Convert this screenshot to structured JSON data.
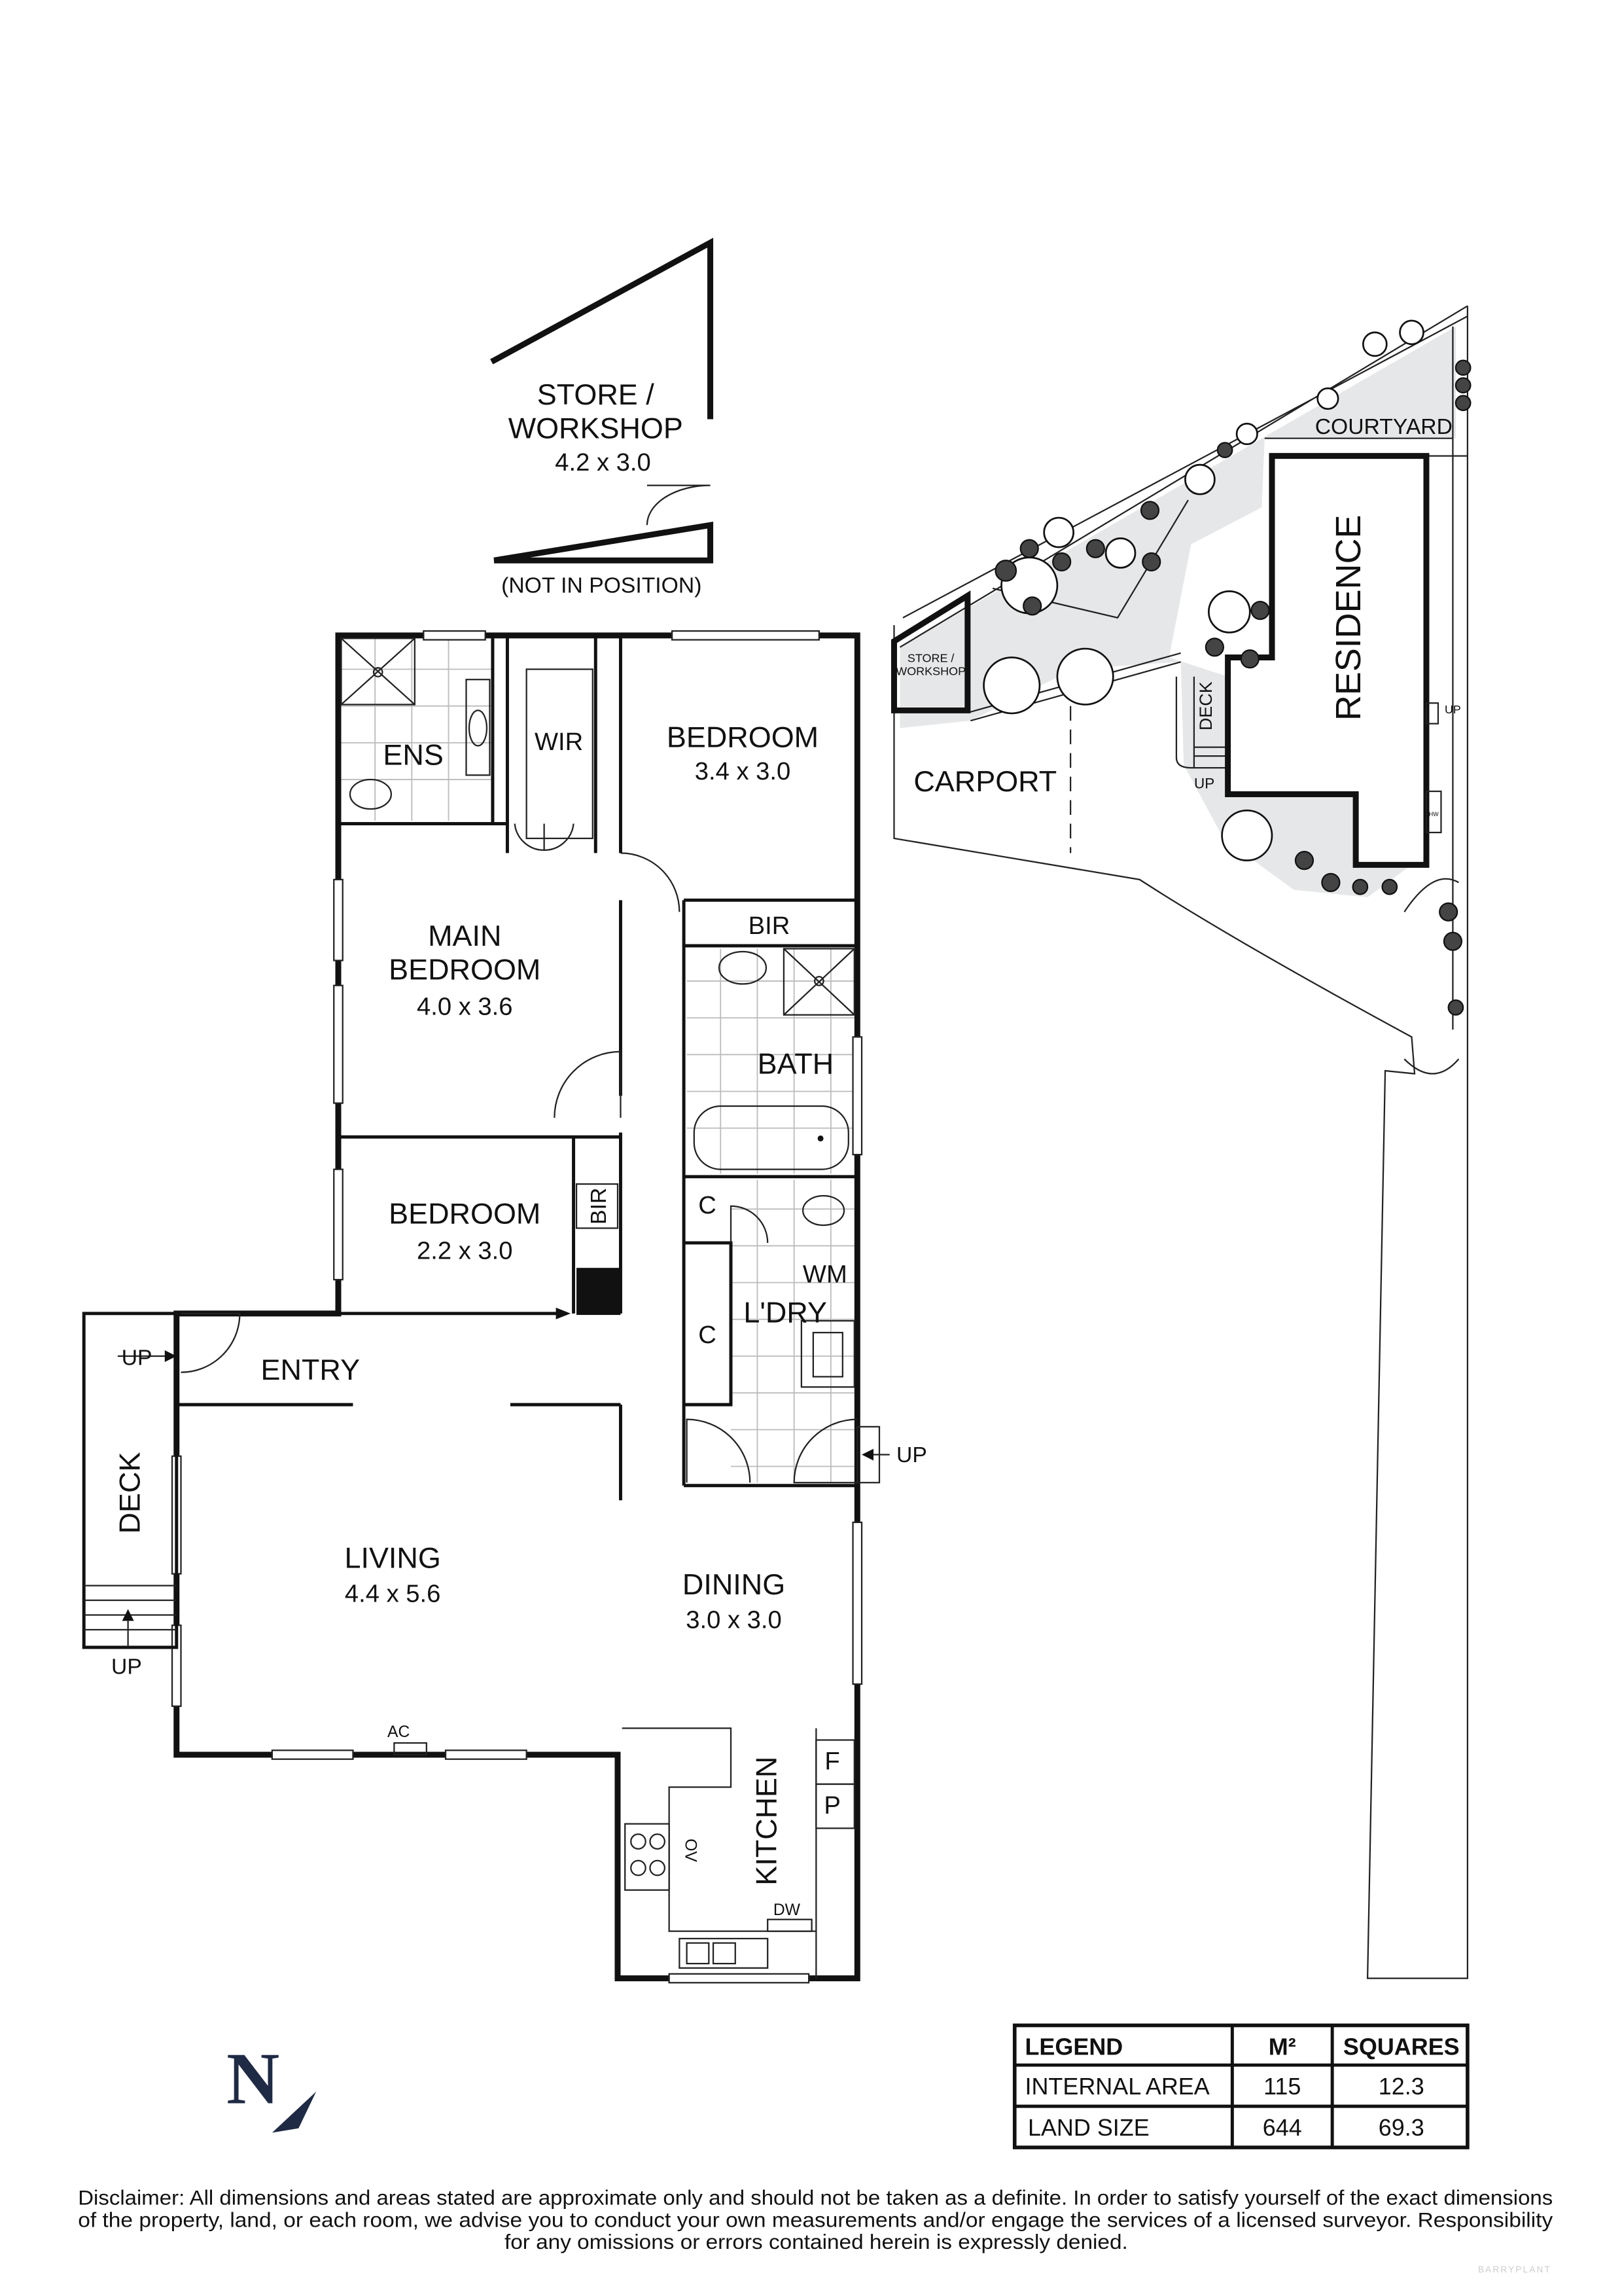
{
  "floorplan": {
    "rooms": {
      "store": {
        "name_line1": "STORE /",
        "name_line2": "WORKSHOP",
        "dims": "4.2 x 3.0",
        "note": "(NOT IN POSITION)"
      },
      "ens": {
        "name": "ENS"
      },
      "wir": {
        "name": "WIR"
      },
      "bedroom1": {
        "name": "BEDROOM",
        "dims": "3.4 x 3.0"
      },
      "main_bedroom": {
        "name_line1": "MAIN",
        "name_line2": "BEDROOM",
        "dims": "4.0 x 3.6"
      },
      "bir1": {
        "name": "BIR"
      },
      "bath": {
        "name": "BATH"
      },
      "bedroom2": {
        "name": "BEDROOM",
        "dims": "2.2 x 3.0"
      },
      "bir2": {
        "name": "BIR"
      },
      "laundry": {
        "name": "L'DRY",
        "wm": "WM",
        "c1": "C",
        "c2": "C"
      },
      "entry": {
        "name": "ENTRY"
      },
      "deck": {
        "name": "DECK",
        "up1": "UP",
        "up2": "UP"
      },
      "living": {
        "name": "LIVING",
        "dims": "4.4 x 5.6",
        "ac": "AC"
      },
      "dining": {
        "name": "DINING",
        "dims": "3.0 x 3.0"
      },
      "kitchen": {
        "name": "KITCHEN",
        "fridge": "F",
        "pantry": "P",
        "oven": "OV",
        "dishwasher": "DW"
      },
      "rear_up": "UP"
    }
  },
  "siteplan": {
    "courtyard": "COURTYARD",
    "residence": "RESIDENCE",
    "store_line1": "STORE /",
    "store_line2": "WORKSHOP",
    "carport": "CARPORT",
    "deck": "DECK",
    "up1": "UP",
    "up2": "UP",
    "hw": "HW"
  },
  "north": {
    "letter": "N"
  },
  "legend": {
    "headers": [
      "LEGEND",
      "M²",
      "SQUARES"
    ],
    "rows": [
      {
        "label": "INTERNAL AREA",
        "m2": "115",
        "squares": "12.3"
      },
      {
        "label": "LAND SIZE",
        "m2": "644",
        "squares": "69.3"
      }
    ]
  },
  "disclaimer": [
    "Disclaimer: All dimensions and areas stated are approximate only and should not be taken as a definite. In order to satisfy yourself of the exact dimensions",
    "of the property, land, or each room, we advise you to conduct your own measurements and/or engage the services of a licensed surveyor. Responsibility",
    "for any omissions or errors contained herein is expressly denied."
  ],
  "watermark": "BARRYPLANT",
  "colors": {
    "wall": "#111111",
    "landscape_fill": "#e6e7e8",
    "north_arrow": "#1f2a44"
  }
}
